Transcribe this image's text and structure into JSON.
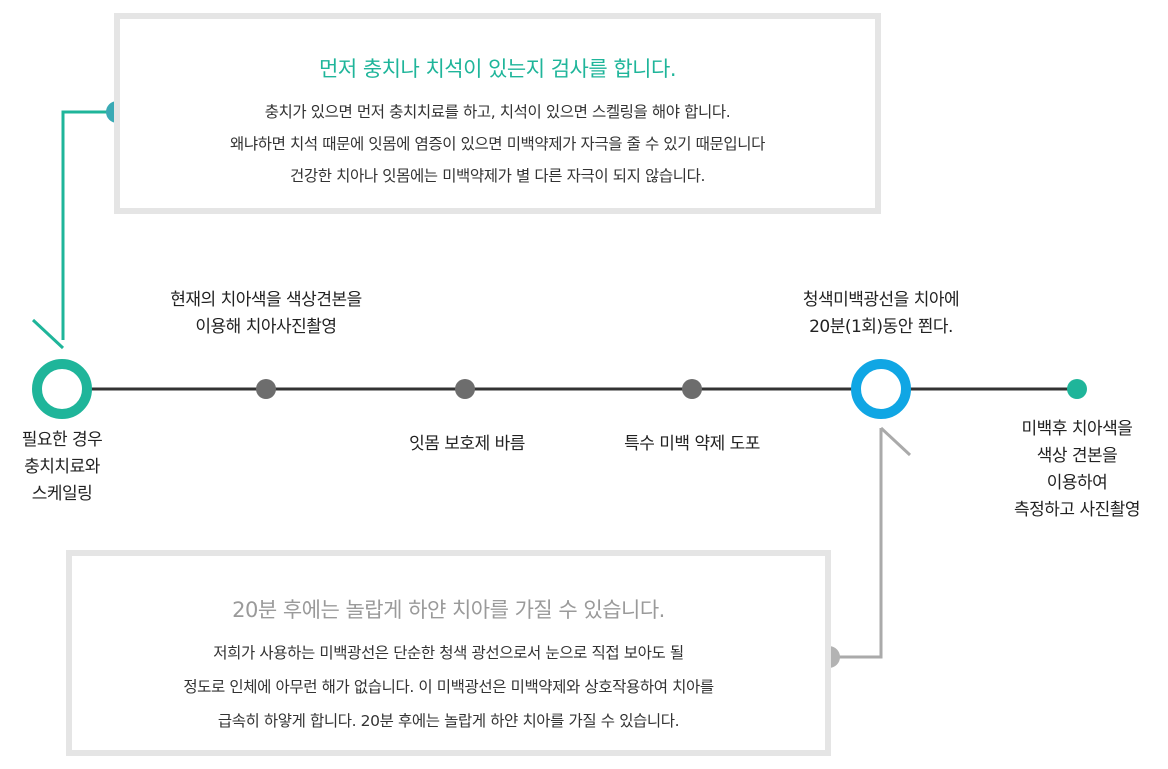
{
  "top_box": {
    "title": "먼저 충치나 치석이 있는지 검사를 합니다.",
    "lines": [
      "충치가 있으면 먼저 충치치료를 하고, 치석이 있으면 스켈링을 해야 합니다.",
      "왜냐하면 치석 때문에 잇몸에 염증이 있으면 미백약제가 자극을 줄 수 있기 때문입니다",
      "건강한 치아나 잇몸에는 미백약제가 별 다른 자극이 되지 않습니다."
    ]
  },
  "bottom_box": {
    "title": "20분 후에는 놀랍게 하얀 치아를 가질 수 있습니다.",
    "lines": [
      "저희가 사용하는 미백광선은 단순한 청색 광선으로서 눈으로 직접 보아도 될",
      "정도로 인체에 아무런 해가 없습니다. 이 미백광선은 미백약제와 상호작용하여 치아를",
      "급속히 하얗게 합니다. 20분 후에는 놀랍게 하얀 치아를 가질 수 있습니다."
    ]
  },
  "steps": [
    {
      "lines": [
        "필요한 경우",
        "충치치료와",
        "스케일링"
      ]
    },
    {
      "lines": [
        "현재의 치아색을 색상견본을",
        "이용해 치아사진촬영"
      ]
    },
    {
      "lines": [
        "잇몸 보호제 바름"
      ]
    },
    {
      "lines": [
        "특수 미백 약제 도포"
      ]
    },
    {
      "lines": [
        "청색미백광선을 치아에",
        "20분(1회)동안 쬔다."
      ]
    },
    {
      "lines": [
        "미백후 치아색을",
        "색상 견본을",
        "이용하여",
        "측정하고 사진촬영"
      ]
    }
  ],
  "colors": {
    "teal": "#1fb59a",
    "blue": "#10a6e4",
    "gray_dot": "#6d6d6d",
    "connector_gray": "#aaaaaa",
    "line": "#333333"
  }
}
